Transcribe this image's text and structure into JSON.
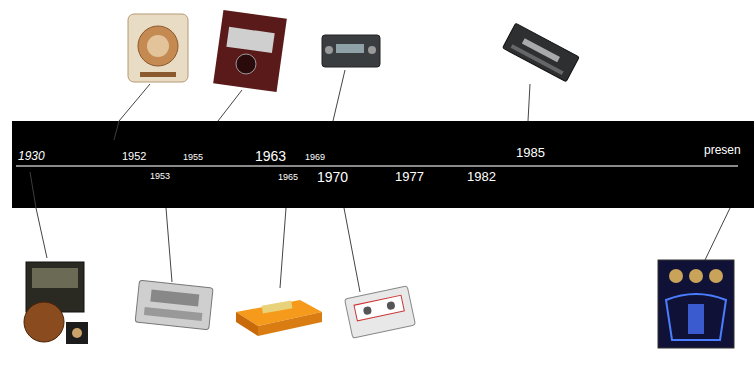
{
  "diagram": {
    "labels": [
      "1930",
      "1952",
      "1955",
      "1963",
      "1969",
      "1985",
      "presen",
      "1953",
      "1965",
      "1970",
      "1977",
      "1982"
    ]
  }
}
